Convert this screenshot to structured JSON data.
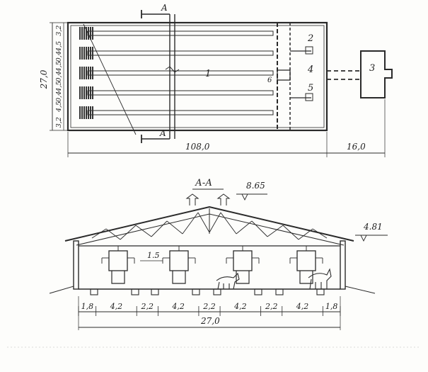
{
  "plan": {
    "section_marker": "A",
    "width_total": "27,0",
    "width_segments": [
      "3,2",
      "4,5",
      "0,4",
      "4,5",
      "0,4",
      "4,5",
      "0,4",
      "4,5",
      "3,2"
    ],
    "length_main": "108,0",
    "length_annex": "16,0",
    "room_labels": {
      "main": "1",
      "r2": "2",
      "r3": "3",
      "r4": "4",
      "r5": "5",
      "r6": "6"
    }
  },
  "section": {
    "title": "А-А",
    "ridge_height": "8.65",
    "eave_height": "4.81",
    "inner_height": "1.5",
    "bottom_dims": [
      "1,8",
      "4,2",
      "2,2",
      "4,2",
      "2,2",
      "4,2",
      "2,2",
      "4,2",
      "1,8"
    ],
    "total_width": "27,0"
  }
}
